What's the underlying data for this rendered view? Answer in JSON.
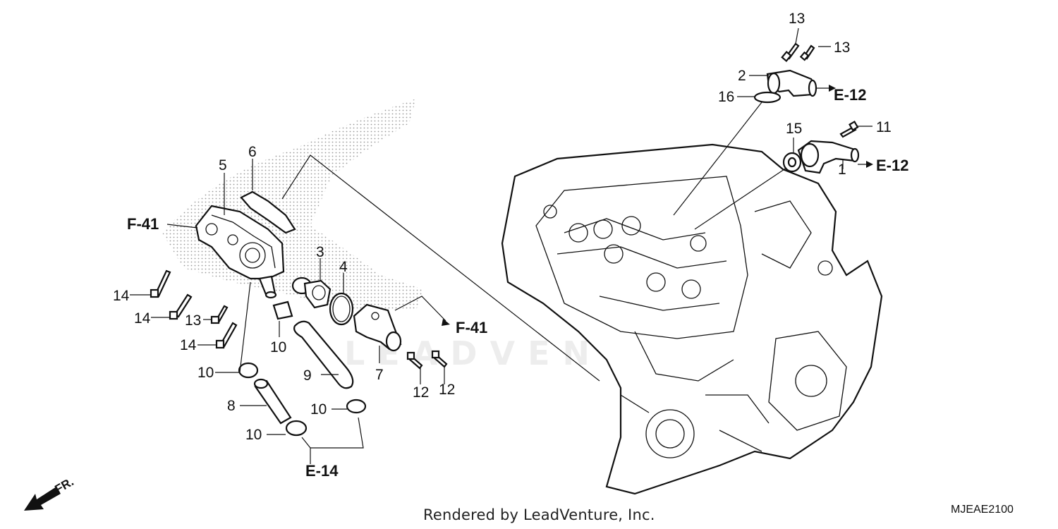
{
  "diagram": {
    "callouts": [
      "1",
      "2",
      "3",
      "4",
      "5",
      "6",
      "7",
      "8",
      "9",
      "10",
      "11",
      "12",
      "13",
      "14",
      "15",
      "16"
    ],
    "section_refs": [
      "F-41",
      "E-12",
      "E-14"
    ],
    "direction_label": "FR.",
    "watermark": "LEADVENTURE"
  },
  "footer": {
    "rendered_by": "Rendered by LeadVenture, Inc.",
    "diagram_code": "MJEAE2100"
  }
}
